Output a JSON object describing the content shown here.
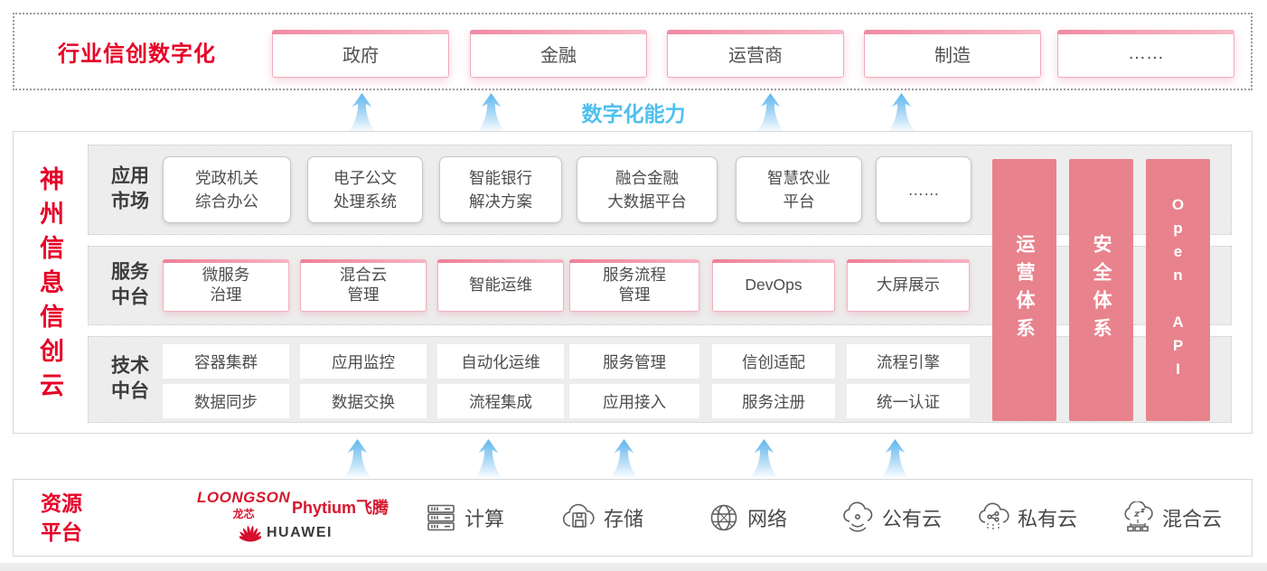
{
  "banner": {
    "label": "行业信创数字化",
    "items": [
      "政府",
      "金融",
      "运营商",
      "制造",
      "……"
    ]
  },
  "capability": {
    "label": "数字化能力"
  },
  "platform": {
    "title": "神州信息信创云",
    "app_row": {
      "label": "应用\n市场",
      "items": [
        "党政机关\n综合办公",
        "电子公文\n处理系统",
        "智能银行\n解决方案",
        "融合金融\n大数据平台",
        "智慧农业\n平台",
        "……"
      ]
    },
    "svc_row": {
      "label": "服务\n中台",
      "items": [
        "微服务\n治理",
        "混合云\n管理",
        "智能运维",
        "服务流程\n管理",
        "DevOps",
        "大屏展示"
      ]
    },
    "tech_row": {
      "label": "技术\n中台",
      "row1": [
        "容器集群",
        "应用监控",
        "自动化运维",
        "服务管理",
        "信创适配",
        "流程引擎"
      ],
      "row2": [
        "数据同步",
        "数据交换",
        "流程集成",
        "应用接入",
        "服务注册",
        "统一认证"
      ]
    },
    "pillars": [
      "运营体系",
      "安全体系",
      "Open API"
    ]
  },
  "resources": {
    "label": "资源\n平台",
    "vendors": {
      "loongson": "LOONGSON",
      "loongson_zh": "龙芯",
      "phytium": "Phytium飞腾",
      "huawei": "HUAWEI"
    },
    "items": [
      {
        "icon": "compute-icon",
        "label": "计算"
      },
      {
        "icon": "storage-icon",
        "label": "存储"
      },
      {
        "icon": "network-icon",
        "label": "网络"
      },
      {
        "icon": "public-cloud-icon",
        "label": "公有云"
      },
      {
        "icon": "private-cloud-icon",
        "label": "私有云"
      },
      {
        "icon": "hybrid-cloud-icon",
        "label": "混合云"
      }
    ]
  },
  "colors": {
    "accent_red": "#e60027",
    "pillar_pink": "#e8828c",
    "capability_blue": "#4fc0ee",
    "chip_border_pink": "#f3a8b8",
    "band_gray": "#ededed"
  }
}
